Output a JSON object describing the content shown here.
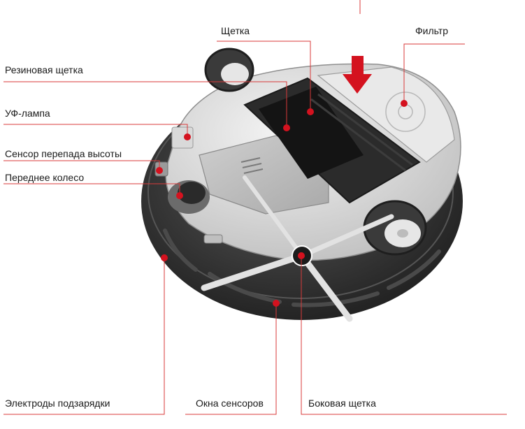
{
  "colors": {
    "accent": "#d4121f",
    "leader_line": "#d93a3a",
    "body_dark": "#2e2e2e",
    "body_gray": "#c9c9c9"
  },
  "labels": {
    "brush": "Щетка",
    "filter": "Фильтр",
    "rubber_brush": "Резиновая щетка",
    "uv_lamp": "УФ-лампа",
    "cliff_sensor": "Сенсор перепада высоты",
    "front_wheel": "Переднее колесо",
    "charging_electrodes": "Электроды подзарядки",
    "sensor_windows": "Окна сенсоров",
    "side_brush": "Боковая щетка"
  }
}
